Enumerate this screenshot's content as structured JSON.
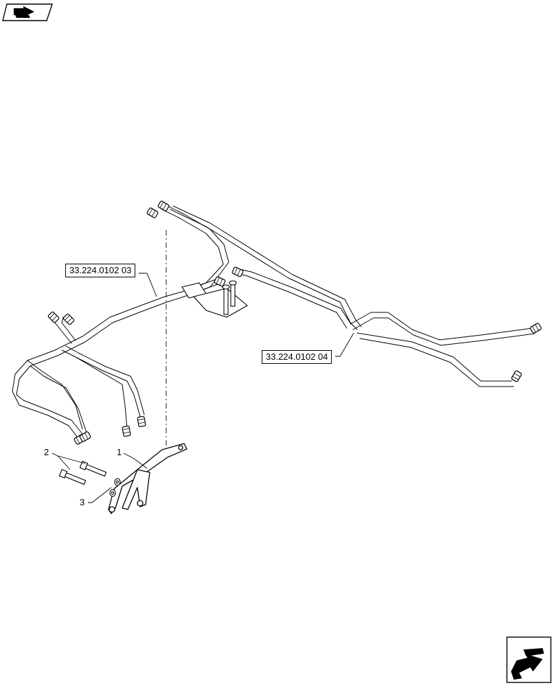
{
  "diagram": {
    "references": [
      {
        "id": "ref-a",
        "label": "33.224.0102 03"
      },
      {
        "id": "ref-b",
        "label": "33.224.0102 04"
      }
    ],
    "callouts": [
      {
        "id": "c1",
        "label": "1"
      },
      {
        "id": "c2",
        "label": "2"
      },
      {
        "id": "c3",
        "label": "3"
      }
    ]
  },
  "icons": {
    "top_left": "next-page-arrow-icon",
    "bottom_right": "previous-page-arrow-icon"
  }
}
